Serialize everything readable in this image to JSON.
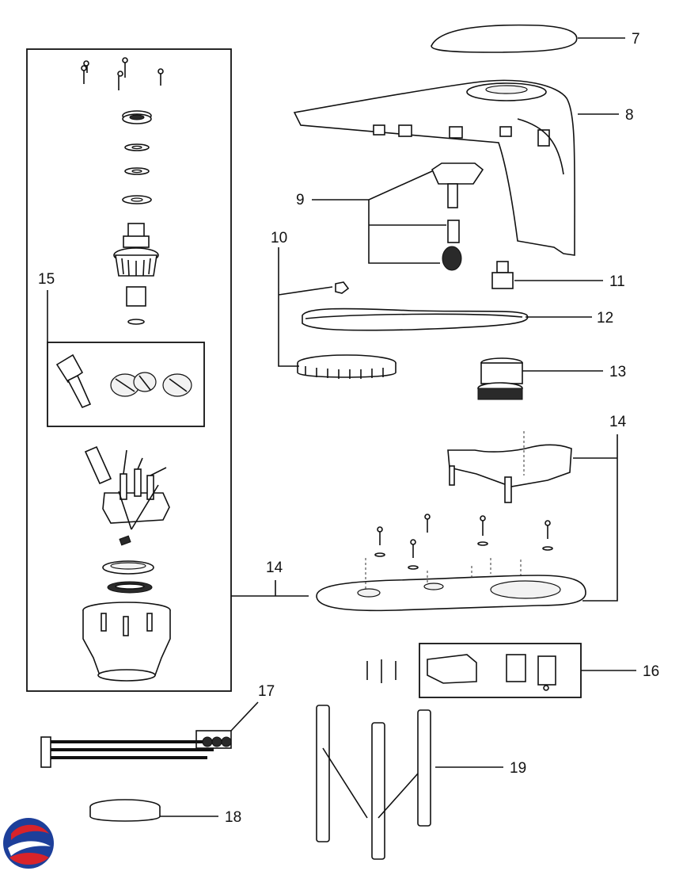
{
  "labels": {
    "p7": "7",
    "p8": "8",
    "p9": "9",
    "p10": "10",
    "p11": "11",
    "p12": "12",
    "p13": "13",
    "p14_top": "14",
    "p14_left": "14",
    "p15": "15",
    "p16": "16",
    "p17": "17",
    "p18": "18",
    "p19": "19"
  },
  "colors": {
    "line": "#111111",
    "logo_red": "#d8232a",
    "logo_blue": "#1d3f9a"
  },
  "icons": {
    "logo": "brand-logo-icon"
  }
}
